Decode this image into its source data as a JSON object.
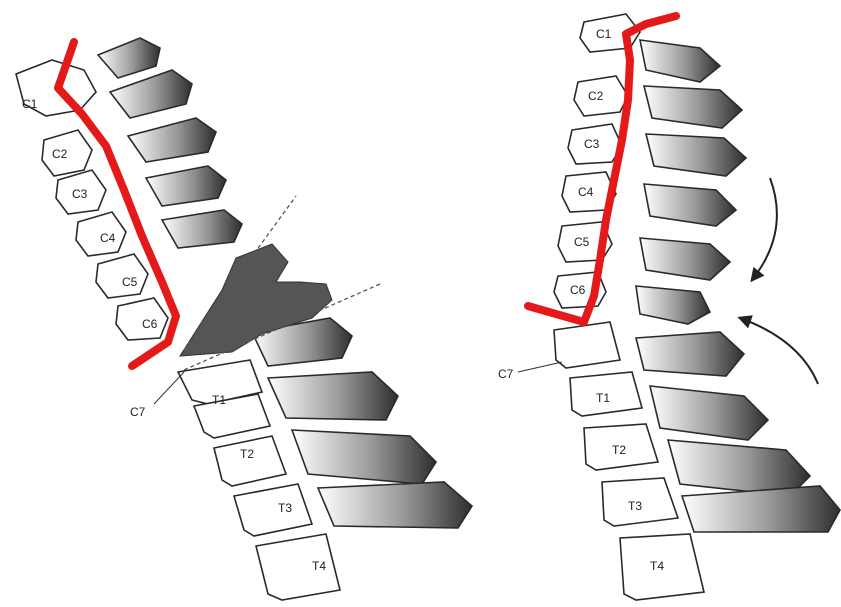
{
  "colors": {
    "spinal_line": "#e41a1a",
    "bone_outline": "#2a2a2a",
    "wedge_fill": "#555555",
    "background": "#ffffff"
  },
  "left_panel": {
    "vertebrae": [
      {
        "id": "c1",
        "label": "C1"
      },
      {
        "id": "c2",
        "label": "C2"
      },
      {
        "id": "c3",
        "label": "C3"
      },
      {
        "id": "c4",
        "label": "C4"
      },
      {
        "id": "c5",
        "label": "C5"
      },
      {
        "id": "c6",
        "label": "C6"
      },
      {
        "id": "t1",
        "label": "T1"
      },
      {
        "id": "t2",
        "label": "T2"
      },
      {
        "id": "t3",
        "label": "T3"
      },
      {
        "id": "t4",
        "label": "T4"
      }
    ],
    "c7_label": "C7"
  },
  "right_panel": {
    "vertebrae": [
      {
        "id": "c1",
        "label": "C1"
      },
      {
        "id": "c2",
        "label": "C2"
      },
      {
        "id": "c3",
        "label": "C3"
      },
      {
        "id": "c4",
        "label": "C4"
      },
      {
        "id": "c5",
        "label": "C5"
      },
      {
        "id": "c6",
        "label": "C6"
      },
      {
        "id": "t1",
        "label": "T1"
      },
      {
        "id": "t2",
        "label": "T2"
      },
      {
        "id": "t3",
        "label": "T3"
      },
      {
        "id": "t4",
        "label": "T4"
      }
    ],
    "c7_label": "C7"
  }
}
